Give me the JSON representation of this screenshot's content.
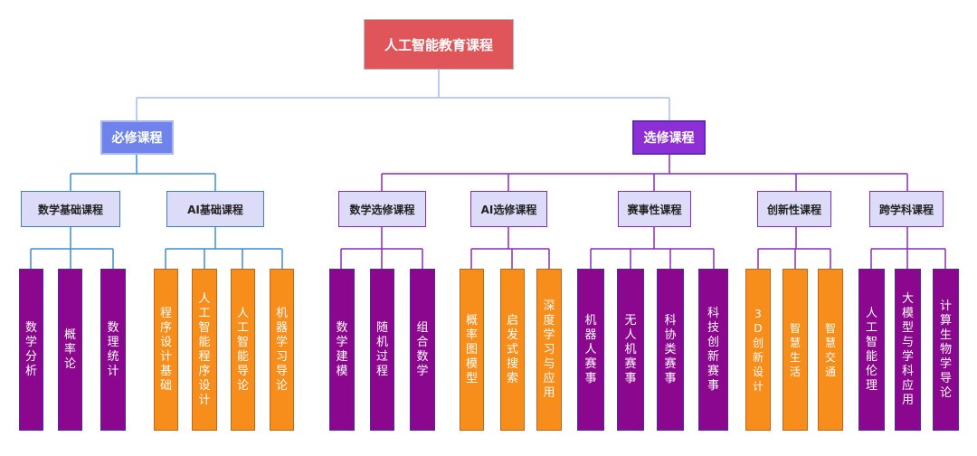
{
  "root": "人工智能教育课程",
  "required": {
    "label": "必修课程",
    "groups": [
      {
        "label": "数学基础课程",
        "leaves": [
          "数学分析",
          "概率论",
          "数理统计"
        ]
      },
      {
        "label": "AI基础课程",
        "leaves": [
          "程序设计基础",
          "人工智能程序设计",
          "人工智能导论",
          "机器学习导论"
        ]
      }
    ]
  },
  "elective": {
    "label": "选修课程",
    "groups": [
      {
        "label": "数学选修课程",
        "leaves": [
          "数学建模",
          "随机过程",
          "组合数学"
        ]
      },
      {
        "label": "AI选修课程",
        "leaves": [
          "概率图模型",
          "启发式搜索",
          "深度学习与应用"
        ]
      },
      {
        "label": "赛事性课程",
        "leaves": [
          "机器人赛事",
          "无人机赛事",
          "科协类赛事",
          "科技创新赛事"
        ]
      },
      {
        "label": "创新性课程",
        "leaves": [
          "3D创新设计",
          "智慧生活",
          "智慧交通"
        ]
      },
      {
        "label": "跨学科课程",
        "leaves": [
          "人工智能伦理",
          "大模型与学科应用",
          "计算生物学导论"
        ]
      }
    ]
  },
  "colors": {
    "root": "#e05559",
    "required_category": "#6f83ea",
    "elective_category": "#8e2fd6",
    "subcategory": "#dcdcf8",
    "leaf_purple": "#8a078e",
    "leaf_orange": "#f78d1a",
    "line_root": "#a9b8f7",
    "line_required": "#3d8fd1",
    "line_elective": "#8a2bb8"
  }
}
